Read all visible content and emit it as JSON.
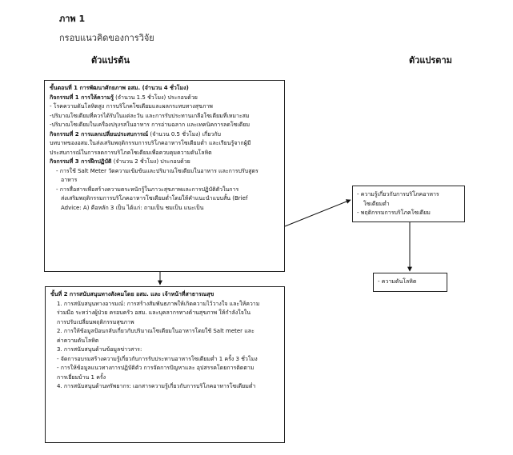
{
  "figure": {
    "title": "ภาพ 1",
    "subtitle": "กรอบแนวคิดของการวิจัย"
  },
  "columns": {
    "independent": "ตัวแปรต้น",
    "dependent": "ตัวแปรตาม"
  },
  "box1": {
    "step_title": "ขั้นตอนที่ 1 การพัฒนาศักยภาพ อสม. (จำนวน 4 ชั่วโมง)",
    "a1_title": "กิจกรรมที่ 1 การให้ความรู้",
    "a1_rest": " (จำนวน 1.5 ชั่วโมง) ประกอบด้วย",
    "a1_items": [
      "- โรคความดันโลหิตสูง การบริโภคโซเดียมและผลกระทบทางสุขภาพ",
      "-ปริมาณโซเดียมที่ควรได้รับในแต่ละวัน และการรับประทานเกลือโซเดียมที่เหมาะสม",
      "-ปริมาณโซเดียมในเครื่องปรุงรสในอาหาร การอ่านฉลาก และเทคนิคการลดโซเดียม"
    ],
    "a2_title": "กิจกรรมที่ 2 การแลกเปลี่ยนประสบการณ์",
    "a2_rest": " (จำนวน 0.5 ชั่วโมง) เกี่ยวกับ",
    "a2_lines": [
      "บทบาทของอสม.ในส่งเสริมพฤติกรรมการบริโภคอาหารโซเดียมต่ำ และเรียนรู้จากผู้มี",
      "ประสบการณ์ในการลดการบริโภคโซเดียมเพื่อควบคุมความดันโลหิต"
    ],
    "a3_title": "กิจกรรมที่ 3 การฝึกปฏิบัติ",
    "a3_rest": " (จำนวน 2 ชั่วโมง) ประกอบด้วย",
    "a3_lines": [
      "- การใช้ Salt Meter วัดความเข้มข้นและปริมาณโซเดียมในอาหาร และการปรับสูตร",
      "อาหาร",
      "- การสื่อสารเพื่อสร้างความตระหนักรู้ในภาวะสุขภาพและการปฏิบัติตัวในการ",
      "ส่งเสริมพฤติกรรมการบริโภคอาหารโซเดียมต่ำโดยให้คำแนะนำแบบสั้น (Brief",
      "Advice: A) คือหลัก 3 เป็น ได้แก่: ถามเป็น ชมเป็น แนะเป็น"
    ]
  },
  "box2": {
    "step_title": "ขั้นที่ 2 การสนับสนุนทางสังคมโดย อสม. และ เจ้าหน้าที่สาธารณสุข",
    "lines": [
      "1. การสนับสนุนทางอารมณ์: การสร้างสัมพันธภาพให้เกิดความไว้วางใจ และให้ความ",
      "ร่วมมือ ระหว่างผู้ป่วย ครอบครัว อสม. และบุคลากรทางด้านสุขภาพ ให้กำลังใจใน",
      "การปรับเปลี่ยนพฤติกรรมสุขภาพ",
      "2. การให้ข้อมูลป้อนกลับเกี่ยวกับปริมาณโซเดียมในอาหารโดยใช้ Salt meter และ",
      "ค่าความดันโลหิต",
      "3. การสนับสนุนด้านข้อมูลข่าวสาร:",
      "- จัดการอบรมสร้างความรู้เกี่ยวกับการรับประทานอาหารโซเดียมต่ำ 1 ครั้ง 3 ชั่วโมง",
      "- การให้ข้อมูลแนวทางการปฏิบัติตัว การจัดการปัญหาและ อุปสรรคโดยการติดตาม",
      "การเยี่ยมบ้าน 1 ครั้ง",
      "4. การสนับสนุนด้านทรัพยากร: เอกสารความรู้เกี่ยวกับการบริโภคอาหารโซเดียมต่ำ"
    ]
  },
  "box3": {
    "lines": [
      "- ความรู้เกี่ยวกับการบริโภคอาหาร",
      "  โซเดียมต่ำ",
      "- พฤติกรรมการบริโภคโซเดียม"
    ]
  },
  "box4": {
    "label": "- ความดันโลหิต"
  }
}
